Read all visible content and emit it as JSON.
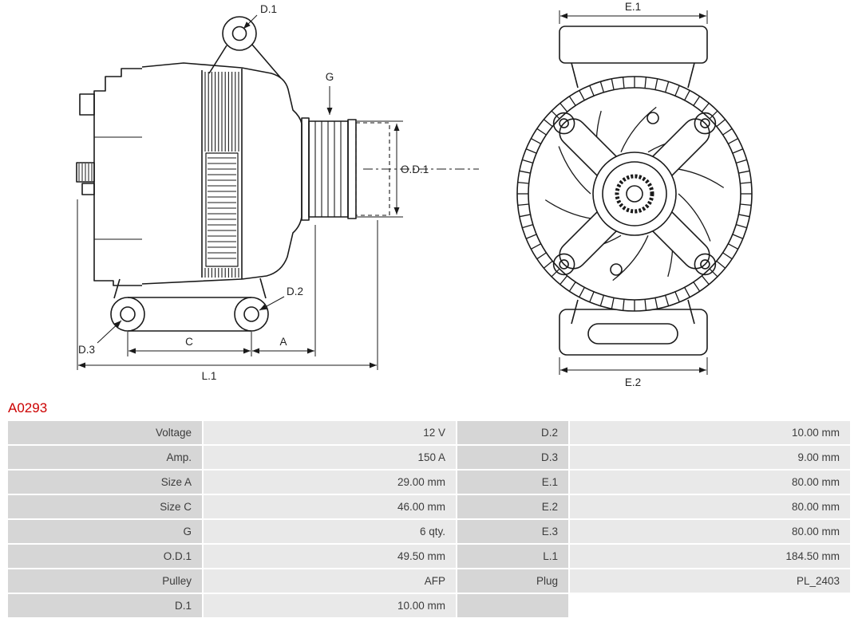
{
  "part_number": "A0293",
  "colors": {
    "part_number_red": "#cc0000",
    "table_label_bg": "#d6d6d6",
    "table_value_bg": "#e9e9e9",
    "drawing_line": "#1a1a1a"
  },
  "diagram": {
    "side": {
      "d1": "D.1",
      "g": "G",
      "od1": "O.D.1",
      "d2": "D.2",
      "d3": "D.3",
      "c": "C",
      "a": "A",
      "l1": "L.1"
    },
    "front": {
      "e1": "E.1",
      "e2": "E.2"
    }
  },
  "spec_table": {
    "rows": [
      {
        "l1": "Voltage",
        "v1": "12 V",
        "l2": "D.2",
        "v2": "10.00 mm"
      },
      {
        "l1": "Amp.",
        "v1": "150 A",
        "l2": "D.3",
        "v2": "9.00 mm"
      },
      {
        "l1": "Size A",
        "v1": "29.00 mm",
        "l2": "E.1",
        "v2": "80.00 mm"
      },
      {
        "l1": "Size C",
        "v1": "46.00 mm",
        "l2": "E.2",
        "v2": "80.00 mm"
      },
      {
        "l1": "G",
        "v1": "6 qty.",
        "l2": "E.3",
        "v2": "80.00 mm"
      },
      {
        "l1": "O.D.1",
        "v1": "49.50 mm",
        "l2": "L.1",
        "v2": "184.50 mm"
      },
      {
        "l1": "Pulley",
        "v1": "AFP",
        "l2": "Plug",
        "v2": "PL_2403"
      },
      {
        "l1": "D.1",
        "v1": "10.00 mm",
        "l2": "",
        "v2": ""
      }
    ]
  }
}
